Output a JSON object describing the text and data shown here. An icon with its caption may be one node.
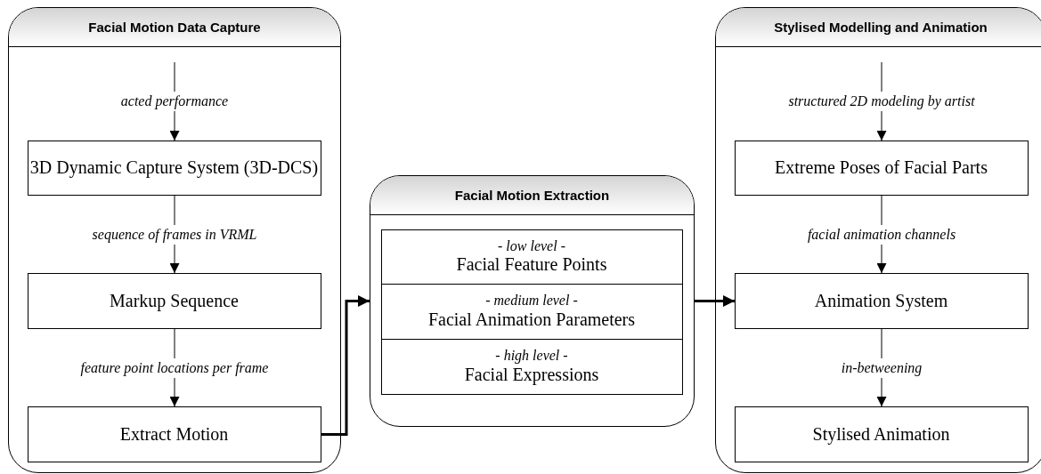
{
  "diagram": {
    "nodes": [
      {
        "text": [
          "Facial Motion Data Capture"
        ]
      },
      {
        "text": [
          "3D Dynamic Capture System (3D-DCS)"
        ],
        "in": 0
      },
      {
        "text": [
          "Markup Sequence"
        ],
        "in": 0
      },
      {
        "text": [
          "Extract Motion"
        ],
        "in": 0
      },
      {
        "text": [
          "Facial Motion Extraction"
        ]
      },
      {
        "text": [
          "- low level -",
          "Facial Feature Points"
        ],
        "in": 4
      },
      {
        "text": [
          "- medium level -",
          "Facial Animation Parameters"
        ],
        "in": 4
      },
      {
        "text": [
          "- high level -",
          "Facial Expressions"
        ],
        "in": 4
      },
      {
        "text": [
          "Stylised Modelling and Animation"
        ]
      },
      {
        "text": [
          "Extreme Poses of Facial Parts"
        ],
        "in": 8
      },
      {
        "text": [
          "Animation System"
        ],
        "in": 8
      },
      {
        "text": [
          "Stylised Animation"
        ],
        "in": 8
      }
    ],
    "edges": [
      {
        "from": null,
        "to": 1,
        "arrow": "to",
        "label": "acted performance"
      },
      {
        "from": 1,
        "to": 2,
        "arrow": "to",
        "label": "sequence of frames in VRML"
      },
      {
        "from": 2,
        "to": 3,
        "arrow": "to",
        "label": "feature point locations per frame"
      },
      {
        "from": 3,
        "to": 4,
        "arrow": "to",
        "style": "thick"
      },
      {
        "from": 4,
        "to": 10,
        "arrow": "to",
        "style": "thick"
      },
      {
        "from": null,
        "to": 9,
        "arrow": "to",
        "label": "structured 2D modeling by artist"
      },
      {
        "from": 9,
        "to": 10,
        "arrow": "to",
        "label": "facial animation channels"
      },
      {
        "from": 10,
        "to": 11,
        "arrow": "to",
        "label": "in-betweening"
      }
    ]
  }
}
